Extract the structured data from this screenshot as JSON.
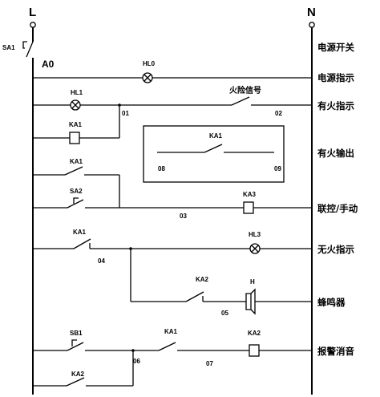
{
  "rails": {
    "left": "L",
    "right": "N"
  },
  "switch": {
    "sa1": "SA1"
  },
  "node": {
    "a0": "A0"
  },
  "components": {
    "hl0": "HL0",
    "hl1": "HL1",
    "ka1_coil": "KA1",
    "fire_signal": "火险信号",
    "ka1_box": "KA1",
    "ka1_seal": "KA1",
    "sa2": "SA2",
    "ka3": "KA3",
    "ka1_nc": "KA1",
    "hl3": "HL3",
    "ka2_buzzer": "KA2",
    "buzzer": "H",
    "sb1": "SB1",
    "ka1_r7": "KA1",
    "ka2_coil": "KA2",
    "ka2_seal": "KA2"
  },
  "wires": {
    "w01": "01",
    "w02": "02",
    "w08": "08",
    "w09": "09",
    "w03": "03",
    "w04": "04",
    "w05": "05",
    "w06": "06",
    "w07": "07"
  },
  "rows": [
    "电源开关",
    "电源指示",
    "有火指示",
    "有火输出",
    "联控/手动",
    "无火指示",
    "蜂鸣器",
    "报警消音"
  ]
}
